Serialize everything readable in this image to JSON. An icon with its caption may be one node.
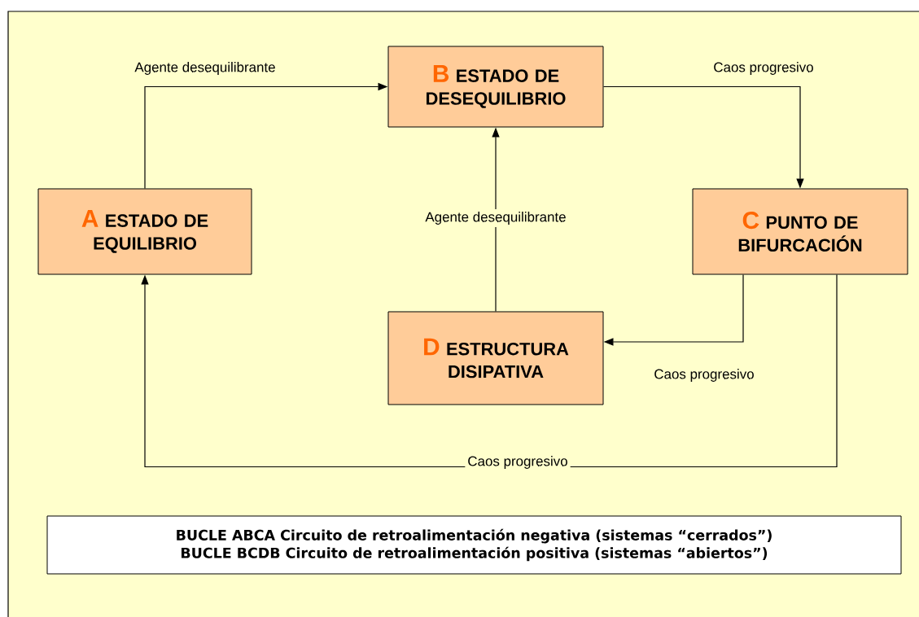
{
  "diagram": {
    "nodes": [
      {
        "text": [
          "A",
          "ESTADO DE EQUILIBRIO"
        ]
      },
      {
        "text": [
          "B",
          "ESTADO DE DESEQUILIBRIO"
        ]
      },
      {
        "text": [
          "C",
          "PUNTO DE BIFURCACIÓN"
        ]
      },
      {
        "text": [
          "D",
          "ESTRUCTURA DISIPATIVA"
        ]
      },
      {
        "text": [
          "BUCLE ABCA Circuito de retroalimentación negativa (sistemas “cerrados”)",
          "BUCLE BCDB Circuito de retroalimentación positiva (sistemas “abiertos”)"
        ]
      }
    ],
    "edges": [
      {
        "from": 0,
        "to": 1,
        "arrow": "to",
        "label": "Agente desequilibrante"
      },
      {
        "from": 1,
        "to": 2,
        "arrow": "to",
        "label": "Caos progresivo"
      },
      {
        "from": 2,
        "to": 3,
        "arrow": "to",
        "label": "Caos progresivo"
      },
      {
        "from": 3,
        "to": 1,
        "arrow": "to",
        "label": "Agente desequilibrante"
      },
      {
        "from": 2,
        "to": 0,
        "arrow": "to",
        "label": "Caos progresivo"
      }
    ]
  }
}
